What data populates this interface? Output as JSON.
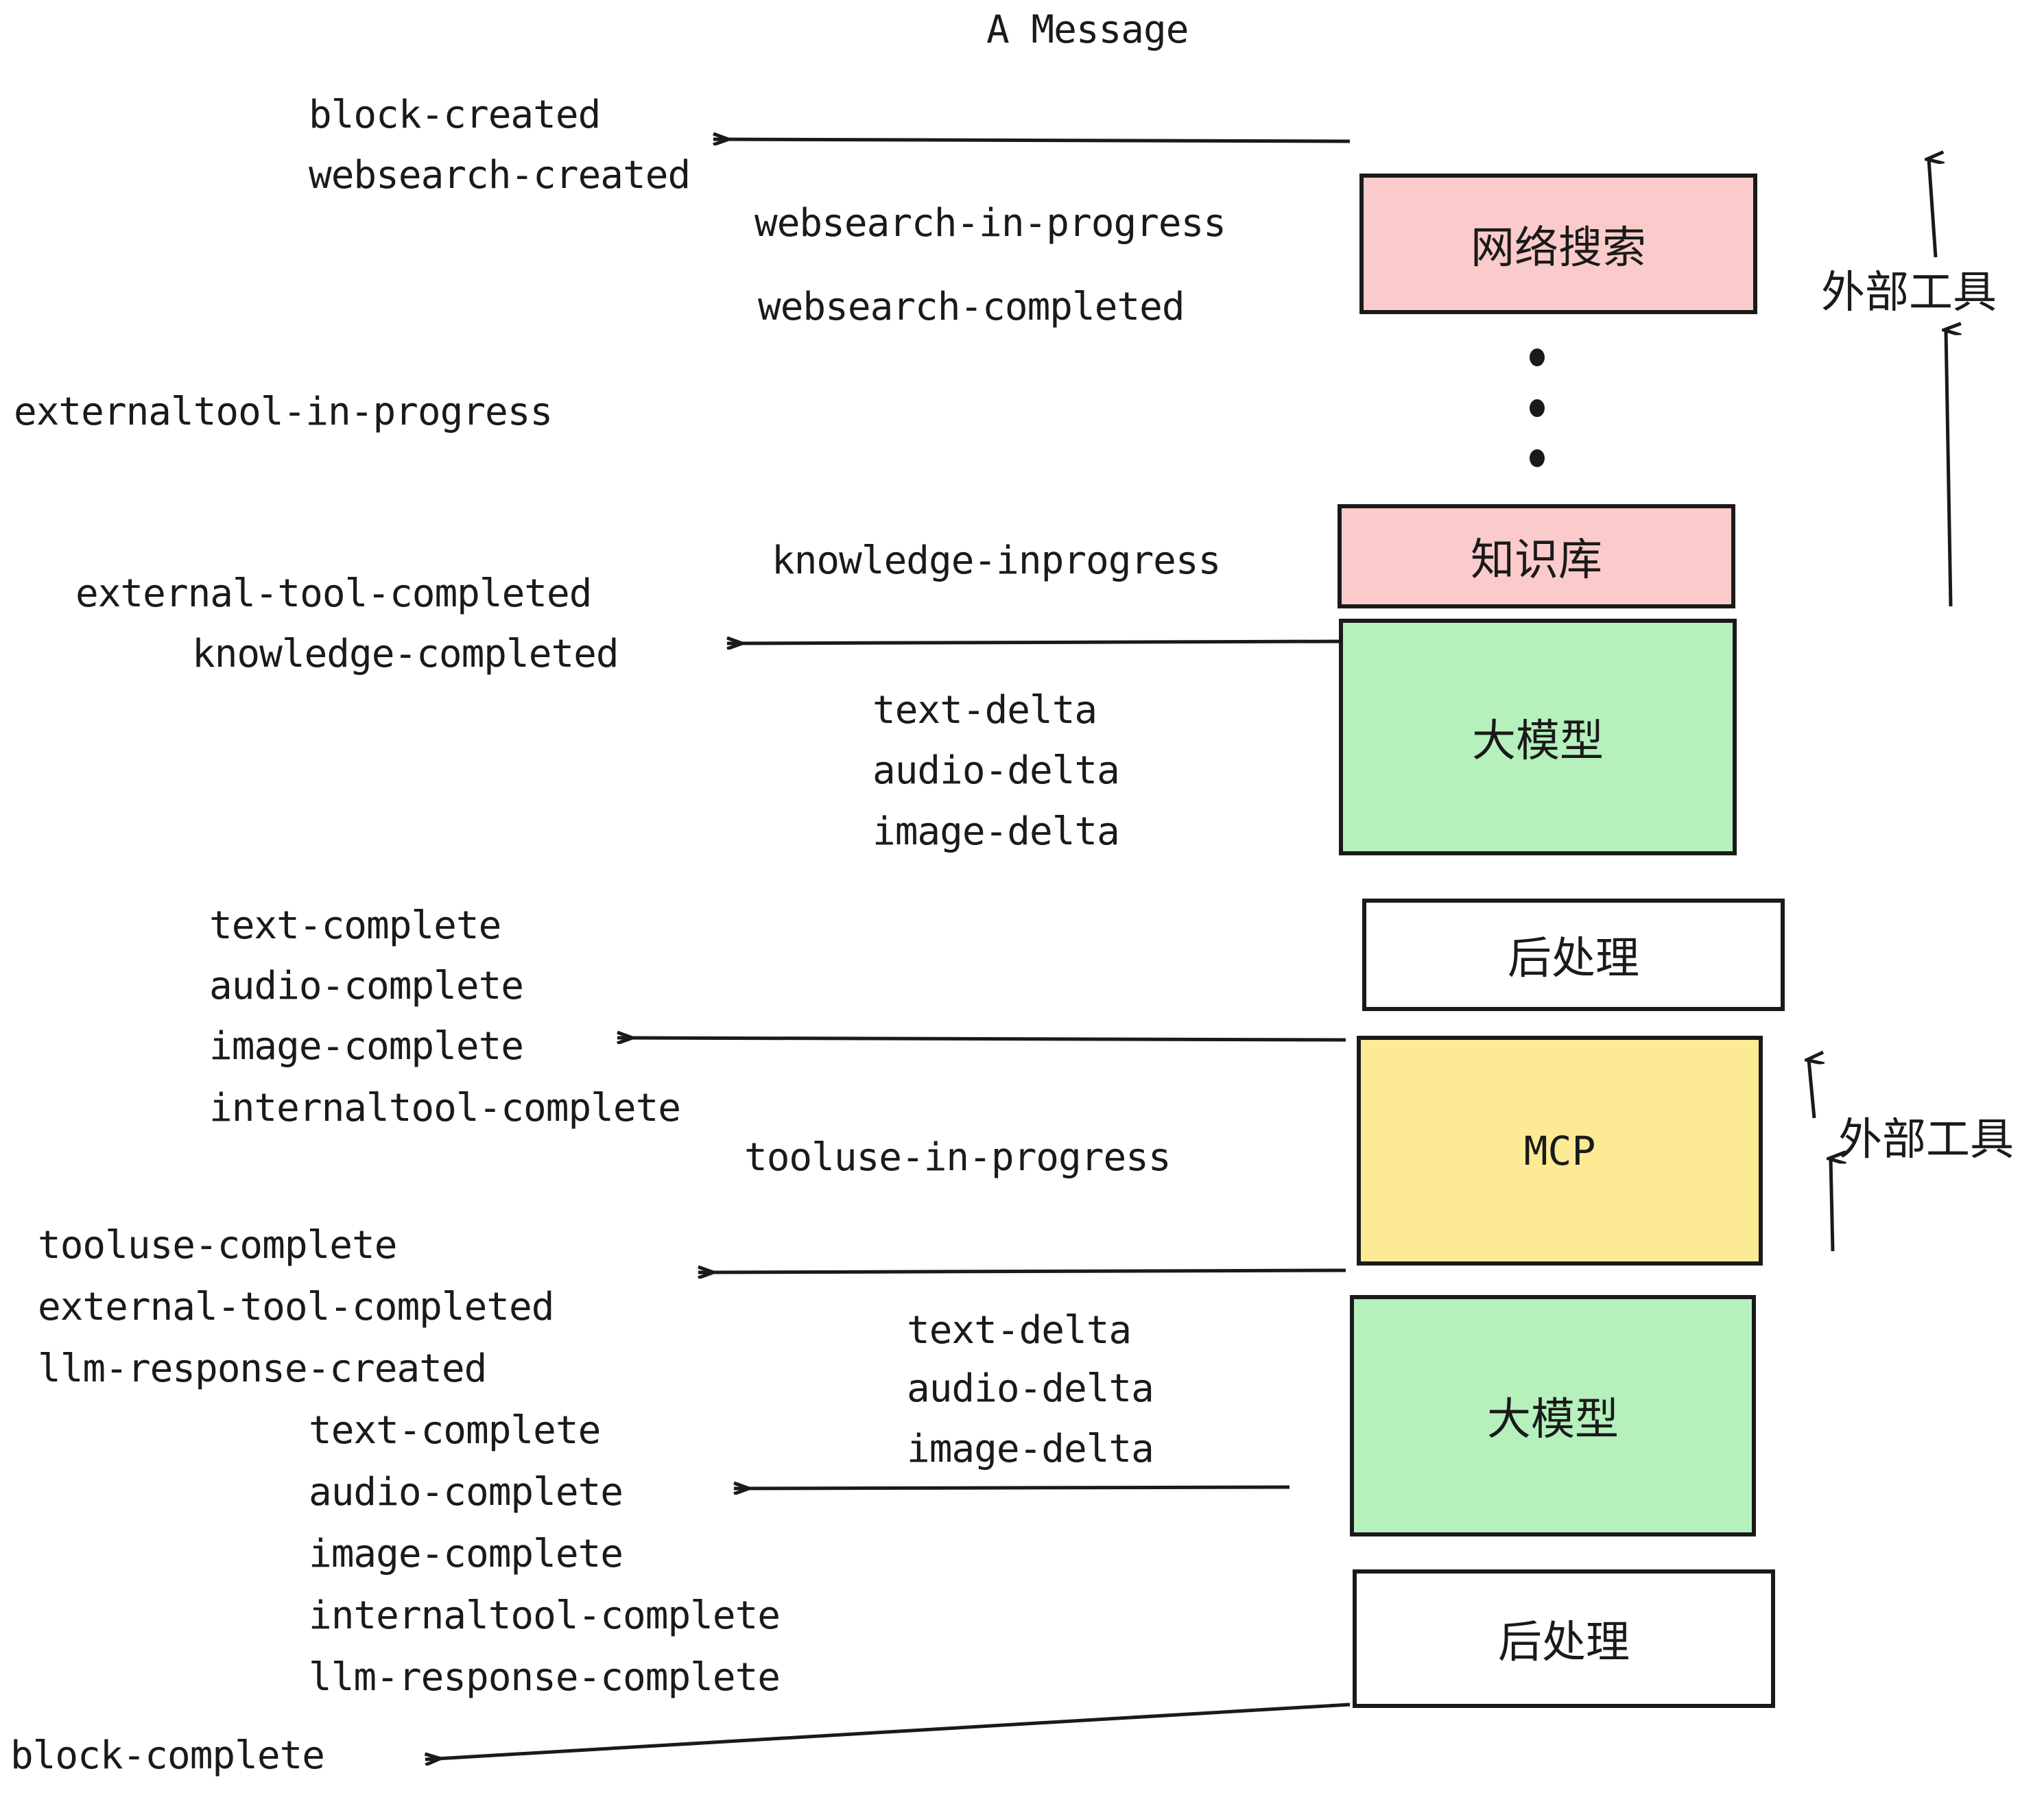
{
  "diagram": {
    "title": "A Message",
    "colors": {
      "pink": "#FBCBCB",
      "green": "#B5F0BD",
      "yellow": "#FCEB94",
      "white": "#FFFFFF",
      "stroke": "#1A1A1A"
    },
    "nodes": [
      {
        "id": "websearch",
        "label": "网络搜索",
        "fill": "pink"
      },
      {
        "id": "knowledge",
        "label": "知识库",
        "fill": "pink"
      },
      {
        "id": "llm-1",
        "label": "大模型",
        "fill": "green"
      },
      {
        "id": "postprocess-1",
        "label": "后处理",
        "fill": "white"
      },
      {
        "id": "mcp",
        "label": "MCP",
        "fill": "yellow"
      },
      {
        "id": "llm-2",
        "label": "大模型",
        "fill": "green"
      },
      {
        "id": "postprocess-2",
        "label": "后处理",
        "fill": "white"
      }
    ],
    "side_labels": [
      {
        "id": "external-tools-top",
        "label": "外部工具"
      },
      {
        "id": "external-tools-bottom",
        "label": "外部工具"
      }
    ],
    "events": [
      {
        "id": "e01",
        "text": "block-created"
      },
      {
        "id": "e02",
        "text": "websearch-created"
      },
      {
        "id": "e03",
        "text": "websearch-in-progress"
      },
      {
        "id": "e04",
        "text": "websearch-completed"
      },
      {
        "id": "e05",
        "text": "externaltool-in-progress"
      },
      {
        "id": "e06",
        "text": "knowledge-inprogress"
      },
      {
        "id": "e07",
        "text": "external-tool-completed"
      },
      {
        "id": "e08",
        "text": "knowledge-completed"
      },
      {
        "id": "e09",
        "text": "text-delta"
      },
      {
        "id": "e10",
        "text": "audio-delta"
      },
      {
        "id": "e11",
        "text": "image-delta"
      },
      {
        "id": "e12",
        "text": "text-complete"
      },
      {
        "id": "e13",
        "text": "audio-complete"
      },
      {
        "id": "e14",
        "text": "image-complete"
      },
      {
        "id": "e15",
        "text": "internaltool-complete"
      },
      {
        "id": "e16",
        "text": "tooluse-in-progress"
      },
      {
        "id": "e17",
        "text": "tooluse-complete"
      },
      {
        "id": "e18",
        "text": "external-tool-completed"
      },
      {
        "id": "e19",
        "text": "llm-response-created"
      },
      {
        "id": "e20",
        "text": "text-complete"
      },
      {
        "id": "e21",
        "text": "audio-complete"
      },
      {
        "id": "e22",
        "text": "image-complete"
      },
      {
        "id": "e23",
        "text": "internaltool-complete"
      },
      {
        "id": "e24",
        "text": "llm-response-complete"
      },
      {
        "id": "e25",
        "text": "block-complete"
      }
    ]
  }
}
